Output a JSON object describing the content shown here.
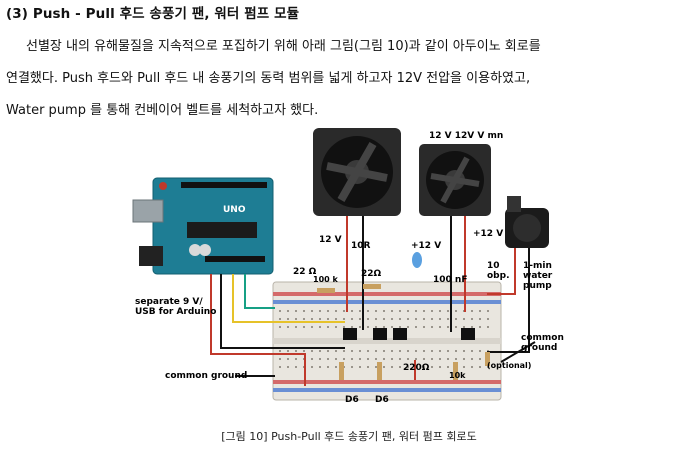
{
  "heading": "(3) Push - Pull 후드 송풍기 팬, 워터 펌프 모듈",
  "paragraph": {
    "line1": "선별장 내의 유해물질을 지속적으로 포집하기 위해 아래 그림(그림 10)과 같이 아두이노 회로를",
    "line2": "연결했다. Push 후드와 Pull 후드 내 송풍기의 동력 범위를 넓게 하고자 12V 전압을 이용하였고,",
    "line3": "Water pump 를 통해 컨베이어 벨트를 세척하고자 했다."
  },
  "figure": {
    "arduino_logo": "UNO",
    "labels": {
      "fan_left_volt": "12 V",
      "fan_right_volt": "12 V 12V V mn",
      "resistor_10r": "10R",
      "plus12v_a": "+12 V",
      "plus12v_b": "+12 V",
      "r22_left": "22 Ω",
      "r100k": "100 k",
      "r22_mid": "22Ω",
      "cap100nf": "100 nF",
      "r10_obp": "10\nobp.",
      "pump": "1-min\nwater\npump",
      "separate": "separate 9 V/\nUSB for Arduino",
      "common_ground_right": "common\nground",
      "common_ground_left": "common ground",
      "r220": "220Ω",
      "r10k": "10k",
      "optional": "(optional)",
      "d6a": "D6",
      "d6b": "D6"
    }
  },
  "caption": "[그림 10] Push-Pull 후드 송풍기 팬, 워터 펌프 회로도"
}
